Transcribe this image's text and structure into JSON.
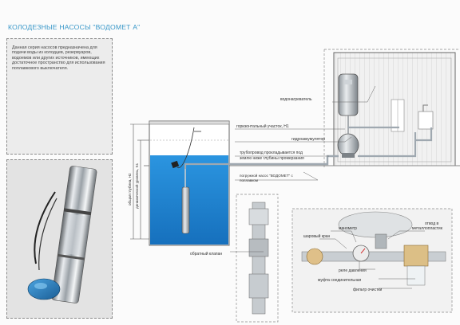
{
  "title": "КОЛОДЕЗНЫЕ НАСОСЫ \"ВОДОМЕТ А\"",
  "description": "Данная серия насосов предназначена для подачи воды из колодцев, резервуаров, водоемов или других источников, имеющих достаточное пространство для использования поплавкового выключателя.",
  "labels": {
    "water_heater": "водонагреватель",
    "horizontal_section": "горизонтальный участок, Н1",
    "hydroaccumulator": "гидроаккумулятор",
    "pipeline": "трубопровод прокладывается под землю ниже глубины промерзания",
    "submersible_pump": "погружной насос \"ВОДОМЕТ\" с поплавком",
    "total_depth": "общая глубина, Н2",
    "dynamic_level": "динамический уровень, S1",
    "check_valve": "обратный клапан",
    "manometer": "манометр",
    "ball_valve": "шаровый кран",
    "elbow": "отвод в металлопластик",
    "pressure_relay": "реле давления",
    "coupling": "муфта соединительная",
    "filter": "фильтр очистки"
  },
  "colors": {
    "accent": "#3a98c9",
    "water": "#1f84d3",
    "pipe": "#9fa8b0",
    "dashed_border": "#8a8a8a"
  }
}
